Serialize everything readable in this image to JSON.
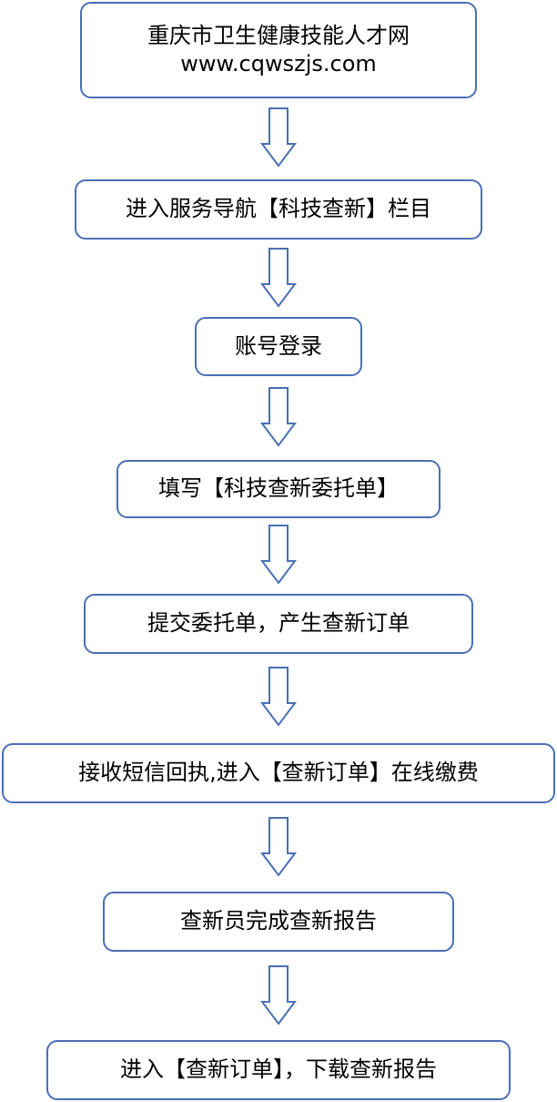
{
  "steps": [
    {
      "lines": [
        "重庆市卫生健康技能人才网",
        "www.cqwszjs.com"
      ]
    },
    {
      "lines": [
        "进入服务导航【科技查新】栏目"
      ]
    },
    {
      "lines": [
        "账号登录"
      ]
    },
    {
      "lines": [
        "填写【科技查新委托单】"
      ]
    },
    {
      "lines": [
        "提交委托单，产生查新订单"
      ]
    },
    {
      "lines": [
        "接收短信回执,进入【查新订单】在线缴费"
      ]
    },
    {
      "lines": [
        "查新员完成查新报告"
      ]
    },
    {
      "lines": [
        "进入【查新订单】，下载查新报告"
      ]
    }
  ],
  "colors": {
    "border": "#4a6fb5",
    "text": "#000000",
    "background": "#ffffff"
  }
}
